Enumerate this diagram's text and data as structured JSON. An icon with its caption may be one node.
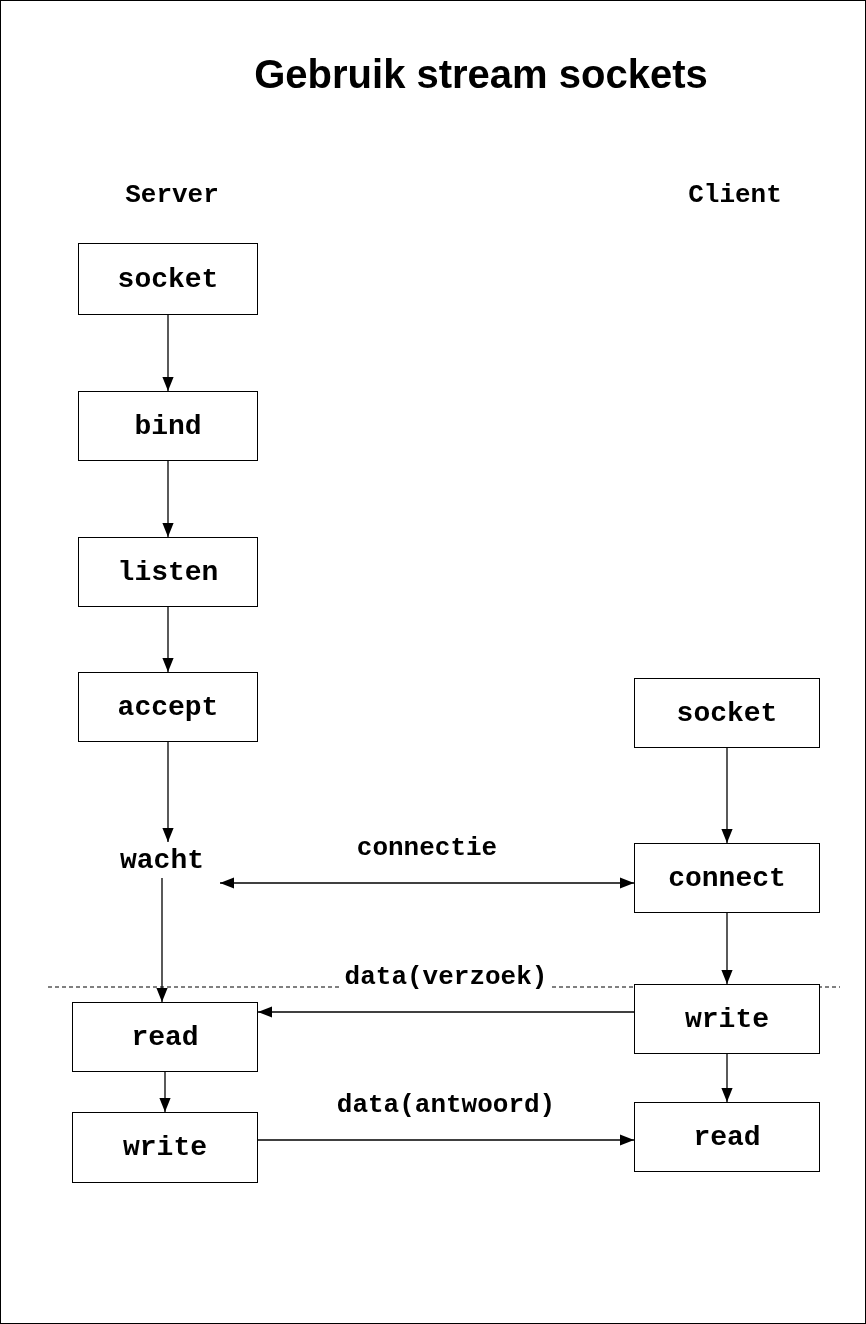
{
  "diagram": {
    "title": "Gebruik stream sockets",
    "nodes": [
      {
        "text": [
          "socket"
        ]
      },
      {
        "text": [
          "bind"
        ]
      },
      {
        "text": [
          "listen"
        ]
      },
      {
        "text": [
          "accept"
        ]
      },
      {
        "text": [
          "wacht"
        ]
      },
      {
        "text": [
          "socket"
        ]
      },
      {
        "text": [
          "connect"
        ]
      },
      {
        "text": [
          "read"
        ]
      },
      {
        "text": [
          "write"
        ]
      },
      {
        "text": [
          "write"
        ]
      },
      {
        "text": [
          "read"
        ]
      }
    ],
    "edges": [
      {
        "from": 0,
        "to": 1,
        "arrow": "to"
      },
      {
        "from": 1,
        "to": 2,
        "arrow": "to"
      },
      {
        "from": 2,
        "to": 3,
        "arrow": "to"
      },
      {
        "from": 3,
        "to": 4,
        "arrow": "to"
      },
      {
        "from": 5,
        "to": 6,
        "arrow": "to"
      },
      {
        "from": 4,
        "to": 6,
        "arrow": "both",
        "label": "connectie"
      },
      {
        "from": 4,
        "to": 7,
        "arrow": "to"
      },
      {
        "from": 6,
        "to": 8,
        "arrow": "to"
      },
      {
        "from": 8,
        "to": 7,
        "arrow": "to",
        "label": "data(verzoek)"
      },
      {
        "from": 7,
        "to": 9,
        "arrow": "to"
      },
      {
        "from": 8,
        "to": 10,
        "arrow": "to"
      },
      {
        "from": 9,
        "to": 10,
        "arrow": "to",
        "label": "data(antwoord)"
      }
    ],
    "labels": [
      "Server",
      "Client"
    ]
  }
}
